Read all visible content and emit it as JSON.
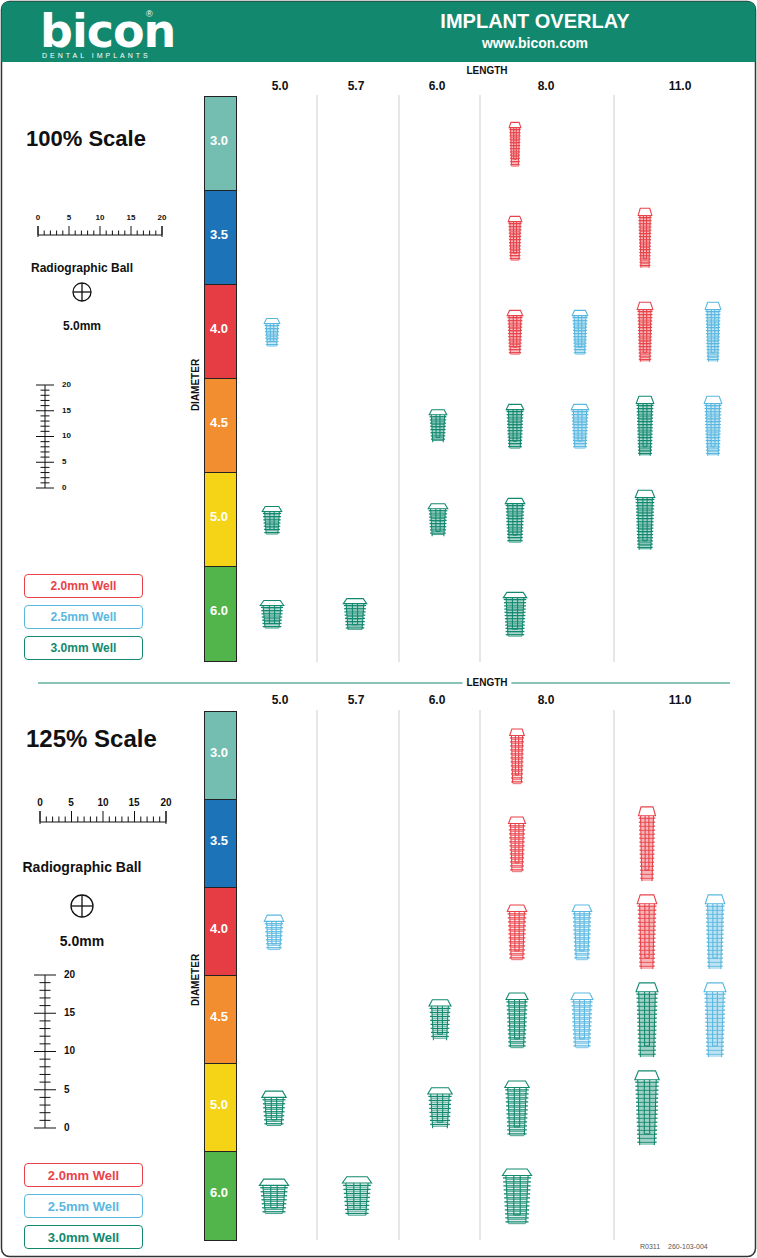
{
  "diagram": {
    "title": "IMPLANT OVERLAY",
    "nodes": [
      {
        "text": [
          "3.0"
        ]
      },
      {
        "text": [
          "3.5"
        ]
      },
      {
        "text": [
          "4.0"
        ]
      },
      {
        "text": [
          "4.5"
        ]
      },
      {
        "text": [
          "5.0"
        ]
      },
      {
        "text": [
          "6.0"
        ]
      },
      {
        "text": [
          "3.0"
        ]
      },
      {
        "text": [
          "3.5"
        ]
      },
      {
        "text": [
          "4.0"
        ]
      },
      {
        "text": [
          "4.5"
        ]
      },
      {
        "text": [
          "5.0"
        ]
      },
      {
        "text": [
          "6.0"
        ]
      }
    ],
    "labels": [
      "bicon",
      "DENTAL IMPLANTS",
      "www.bicon.com",
      "LENGTH",
      "5.0",
      "5.7",
      "6.0",
      "8.0",
      "11.0",
      "100% Scale",
      "0",
      "5",
      "10",
      "15",
      "20",
      "Radiographic Ball",
      "5.0mm",
      "20",
      "15",
      "10",
      "5",
      "0",
      "DIAMETER",
      "LENGTH",
      "5.0",
      "5.7",
      "6.0",
      "8.0",
      "11.0",
      "125% Scale",
      "0",
      "5",
      "10",
      "15",
      "20",
      "Radiographic Ball",
      "5.0mm",
      "20",
      "15",
      "10",
      "5",
      "0",
      "DIAMETER",
      "R0311",
      "260-103-004",
      "®"
    ],
    "legend": [
      {
        "text": "2.0mm Well",
        "color": "#e8434a"
      },
      {
        "text": "2.5mm Well",
        "color": "#5ab8e0"
      },
      {
        "text": "3.0mm Well",
        "color": "#12896f"
      },
      {
        "text": "2.0mm Well",
        "color": "#e8434a"
      },
      {
        "text": "2.5mm Well",
        "color": "#5ab8e0"
      },
      {
        "text": "3.0mm Well",
        "color": "#12896f"
      }
    ]
  }
}
